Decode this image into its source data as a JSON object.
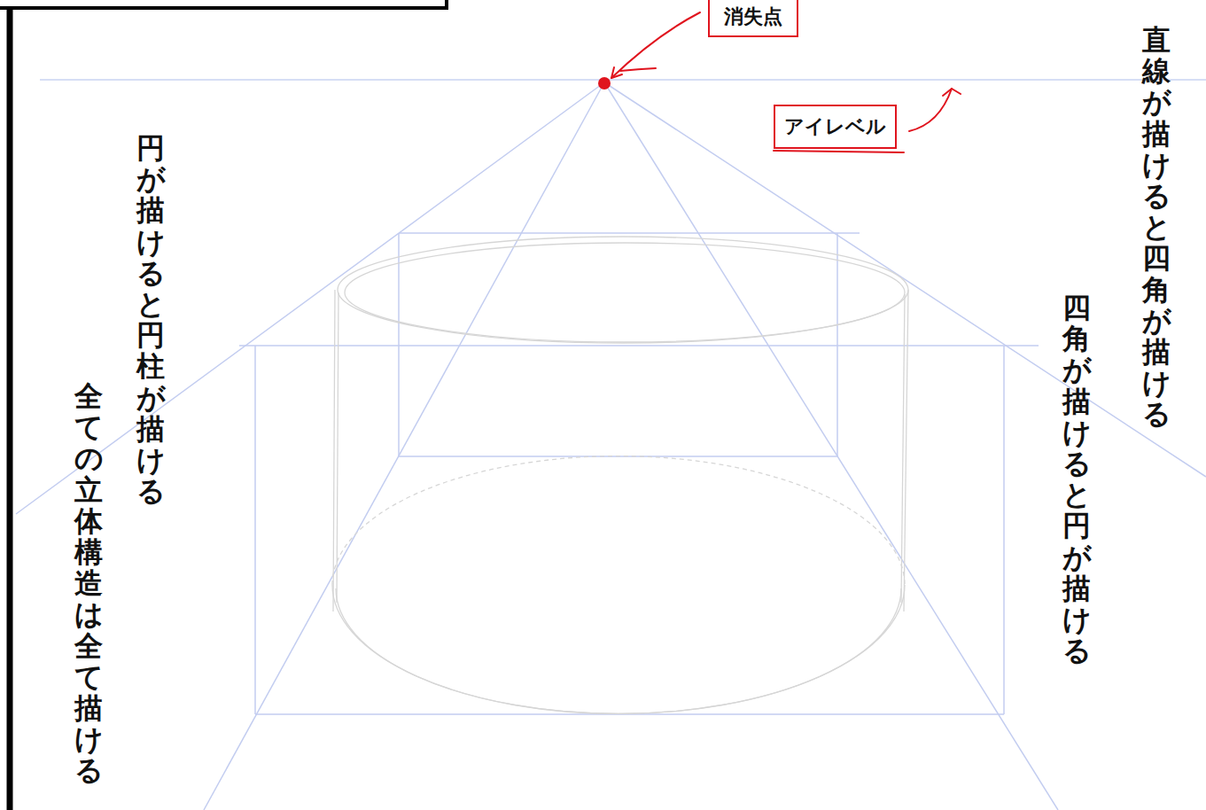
{
  "diagram": {
    "nodes": [
      {
        "text": [
          "消失点"
        ]
      },
      {
        "text": [
          "アイレベル"
        ]
      }
    ],
    "labels": [
      "直線が描けると四角が描ける",
      "四角が描けると円が描ける",
      "円が描けると円柱が描ける",
      "全ての立体構造は全て描ける"
    ]
  }
}
